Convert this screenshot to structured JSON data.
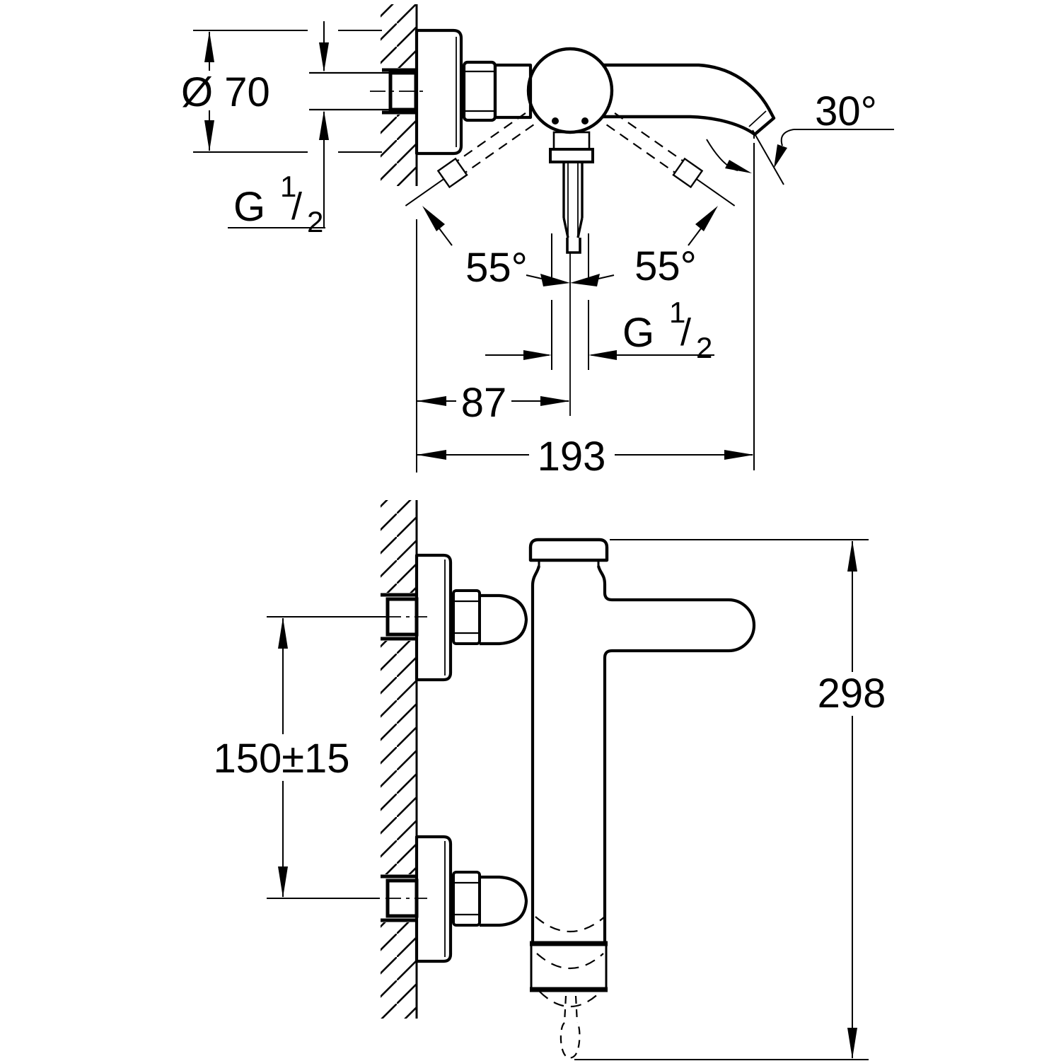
{
  "drawing": {
    "kind": "faucet installation technical drawing",
    "views": {
      "top": "plan view",
      "side": "elevation view"
    },
    "labels": {
      "dia_70": "Ø 70",
      "thread": {
        "g": "G",
        "num": "1",
        "slash": "/",
        "den": "2"
      },
      "angle_left": "55°",
      "angle_right": "55°",
      "spout_angle": "30°",
      "dim_87": "87",
      "dim_193": "193",
      "dim_150": "150±15",
      "dim_298": "298"
    },
    "colors": {
      "line": "#000000",
      "background": "#ffffff"
    }
  }
}
